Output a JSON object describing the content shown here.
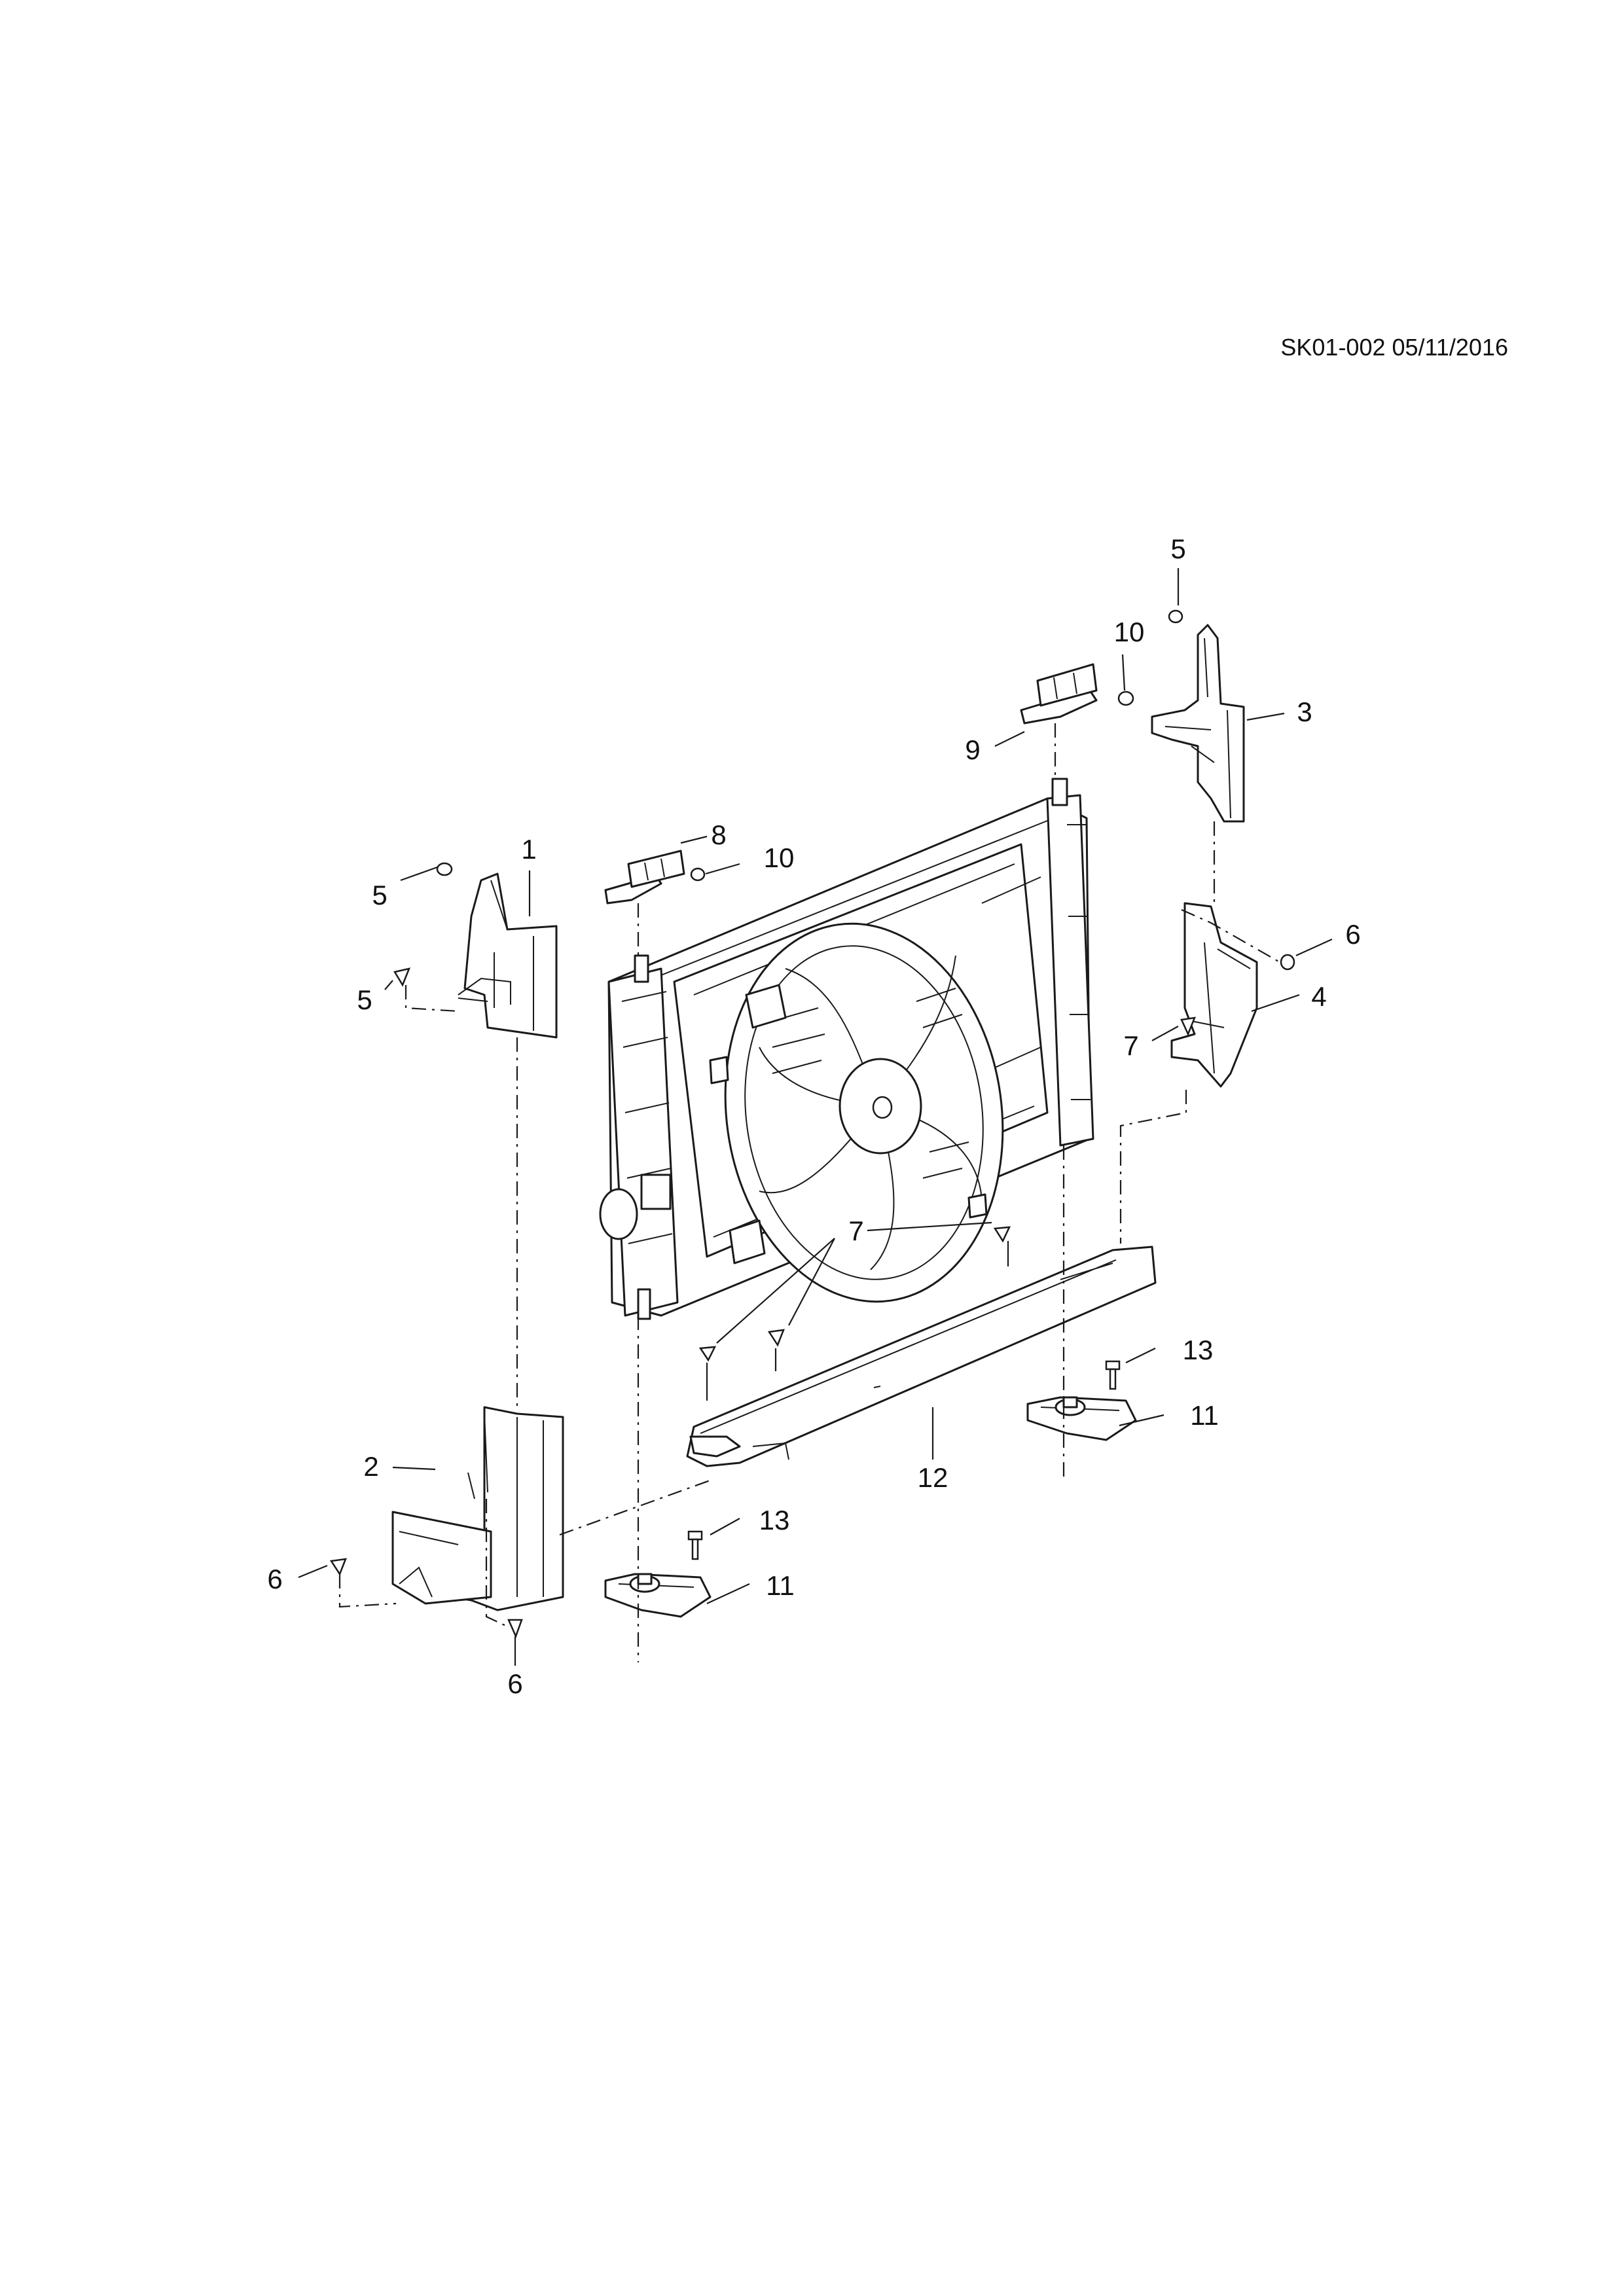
{
  "drawing": {
    "code": "SK01-002 05/11/2016"
  },
  "callouts": {
    "p1": "1",
    "p2": "2",
    "p3": "3",
    "p4": "4",
    "p5a": "5",
    "p5b": "5",
    "p5c": "5",
    "p6a": "6",
    "p6b": "6",
    "p6c": "6",
    "p7a": "7",
    "p7b": "7",
    "p8": "8",
    "p9": "9",
    "p10a": "10",
    "p10b": "10",
    "p11a": "11",
    "p11b": "11",
    "p12": "12",
    "p13a": "13",
    "p13b": "13"
  }
}
